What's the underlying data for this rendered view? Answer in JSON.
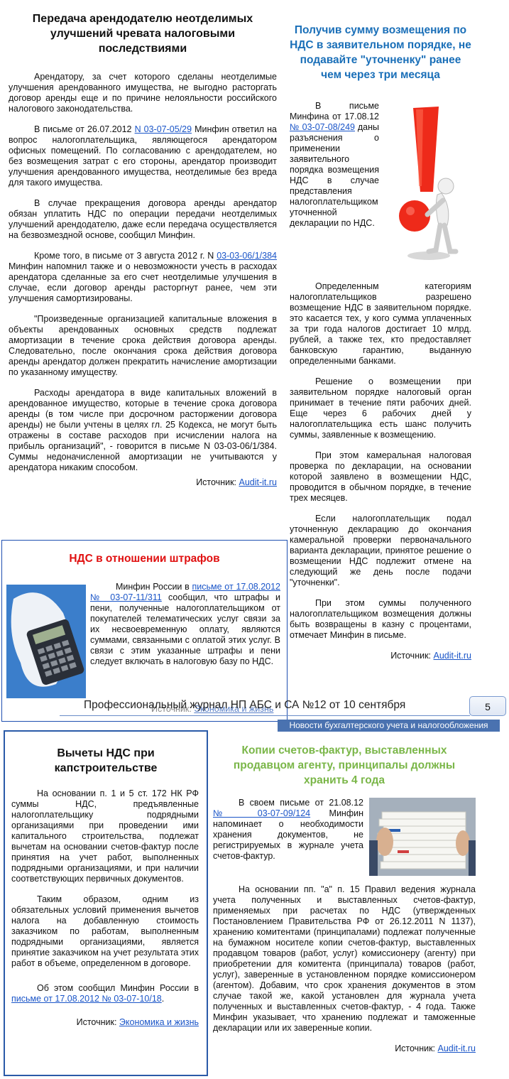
{
  "a1": {
    "title": "Передача арендодателю неотделимых улучшений чревата налоговыми последствиями",
    "p1": "Арендатору, за счет которого сделаны неотделимые улучшения арендованного имущества, не выгодно расторгать договор аренды еще и по причине нелояльности российского налогового законодательства.",
    "p2_pre": "В письме от 26.07.2012 ",
    "p2_link": "N 03-07-05/29",
    "p2_post": " Минфин ответил на вопрос налогоплательщика, являющегося арендатором офисных помещений. По согласованию с арендодателем, но без возмещения затрат с его стороны, арендатор производит улучшения арендованного имущества, неотделимые без вреда для такого имущества.",
    "p3": "В случае прекращения договора аренды арендатор обязан уплатить НДС по операции передачи неотделимых улучшений арендодателю, даже если передача осуществляется на безвозмездной основе, сообщил Минфин.",
    "p4_pre": "Кроме того, в письме от 3 августа 2012 г. N ",
    "p4_link": "03-03-06/1/384",
    "p4_post": " Минфин напомнил также и о невозможности учесть в расходах арендатора сделанные за его счет неотделимые улучшения в случае, если договор аренды расторгнут ранее, чем эти улучшения самортизированы.",
    "p5": "\"Произведенные организацией капитальные вложения в объекты арендованных основных средств подлежат амортизации в течение срока действия договора аренды. Следовательно, после окончания срока действия договора аренды арендатор должен прекратить начисление амортизации по указанному имуществу.",
    "p6": "Расходы арендатора в виде капитальных вложений в арендованное имущество, которые в течение срока договора аренды (в том числе при досрочном расторжении договора аренды) не были учтены в целях гл. 25 Кодекса, не могут быть отражены в составе расходов при исчислении налога на прибыль организаций\", - говорится в письме N 03-03-06/1/384. Суммы недоначисленной амортизации не учитываются у арендатора никаким способом.",
    "source_label": "Источник: ",
    "source": "Audit-it.ru"
  },
  "a2": {
    "title": "Получив сумму возмещения по НДС в заявительном порядке, не подавайте \"уточненку\" ранее чем через три месяца",
    "p1_pre": "В письме Минфина от 17.08.12 ",
    "p1_link": "№ 03-07-08/249",
    "p1_post": " даны разъяснения о применении заявительного порядка возмещения НДС в случае представления налогоплательщиком уточненной декларации по НДС.",
    "p2": "Определенным категориям налогоплательщиков разрешено возмещение НДС в заявительном порядке. это касается тех, у кого сумма уплаченных за три года налогов достигает 10 млрд. рублей, а также тех, кто предоставляет банковскую гарантию, выданную определенными банками.",
    "p3": "Решение о возмещении при заявительном порядке налоговый орган принимает в течение пяти рабочих дней. Еще через 6 рабочих дней у налогоплательщика есть шанс получить суммы, заявленные к возмещению.",
    "p4": "При этом камеральная налоговая проверка по декларации, на основании которой заявлено в возмещении НДС, проводится в обычном порядке, в течение трех месяцев.",
    "p5": "Если налогоплательщик подал уточненную декларацию до окончания камеральной проверки первоначального варианта декларации, принятое решение о возмещении НДС подлежит отмене на следующий же день после подачи \"уточненки\".",
    "p6": "При этом суммы полученного налогоплательщиком возмещения должны быть возвращены в казну с процентами, отмечает Минфин в письме.",
    "source_label": "Источник: ",
    "source": "Audit-it.ru"
  },
  "a3": {
    "title": "НДС в отношении штрафов",
    "p_pre": "Минфин России в ",
    "p_link": "письме от 17.08.2012 № 03-07-11/311",
    "p_post": " сообщил, что штрафы и пени, полученные налогоплательщиком от покупателей телематических услуг связи за их несвоевременную оплату, являются суммами, связанными с оплатой этих услуг. В связи с этим указанные штрафы и пени следует включать в налоговую базу по НДС.",
    "source_label": "Источник: ",
    "source": "Экономика и жизнь"
  },
  "footer": {
    "journal": "Профессиональный журнал НП АБС и СА №12 от 10 сентября",
    "page_number": "5",
    "banner": "Новости бухгалтерского учета и налогообложения"
  },
  "a4": {
    "title": "Вычеты НДС при капстроительстве",
    "p1": "На основании п. 1 и 5 ст. 172 НК РФ суммы НДС, предъявленные налогоплательщику подрядными организациями при проведении ими капитального строительства, подлежат вычетам на основании счетов-фактур после принятия на учет работ, выполненных подрядными организациями, и при наличии соответствующих первичных документов.",
    "p2": "Таким образом, одним из обязательных условий применения вычетов налога на добавленную стоимость заказчиком по работам, выполненным подрядными организациями, является принятие заказчиком на учет результата этих работ в объеме, определенном в договоре.",
    "p3_pre": "Об этом сообщил Минфин России в ",
    "p3_link": "письме от 17.08.2012 № 03-07-10/18",
    "p3_post": ".",
    "source_label": "Источник: ",
    "source": "Экономика и жизнь"
  },
  "a5": {
    "title": "Копии счетов-фактур, выставленных продавцом агенту, принципалы должны хранить 4 года",
    "p1_pre": "В своем письме от 21.08.12 ",
    "p1_link": "№ 03-07-09/124",
    "p1_post": " Минфин напоминает о необходимости хранения документов, не регистрируемых в журнале учета счетов-фактур.",
    "p2": "На основании пп. \"а\" п. 15 Правил ведения журнала учета полученных и выставленных счетов-фактур, применяемых при расчетах по НДС (утвержденных Постановлением Правительства РФ от 26.12.2011 N 1137), хранению комитентами (принципалами) подлежат полученные на бумажном носителе копии счетов-фактур, выставленных продавцом товаров (работ, услуг) комиссионеру (агенту) при приобретении для комитента (принципала) товаров (работ, услуг), заверенные в установленном порядке комиссионером (агентом). Добавим, что срок хранения документов в этом случае такой же, какой установлен для журнала учета полученных и выставленных счетов-фактур, - 4 года. Также Минфин указывает, что хранению подлежат и таможенные декларации или их заверенные копии.",
    "source_label": "Источник: ",
    "source": "Audit-it.ru"
  },
  "colors": {
    "title_blue": "#1a6fb8",
    "title_red": "#e01010",
    "title_green": "#7ab648",
    "link": "#1a55c8",
    "banner_bg": "#4a72b0"
  }
}
